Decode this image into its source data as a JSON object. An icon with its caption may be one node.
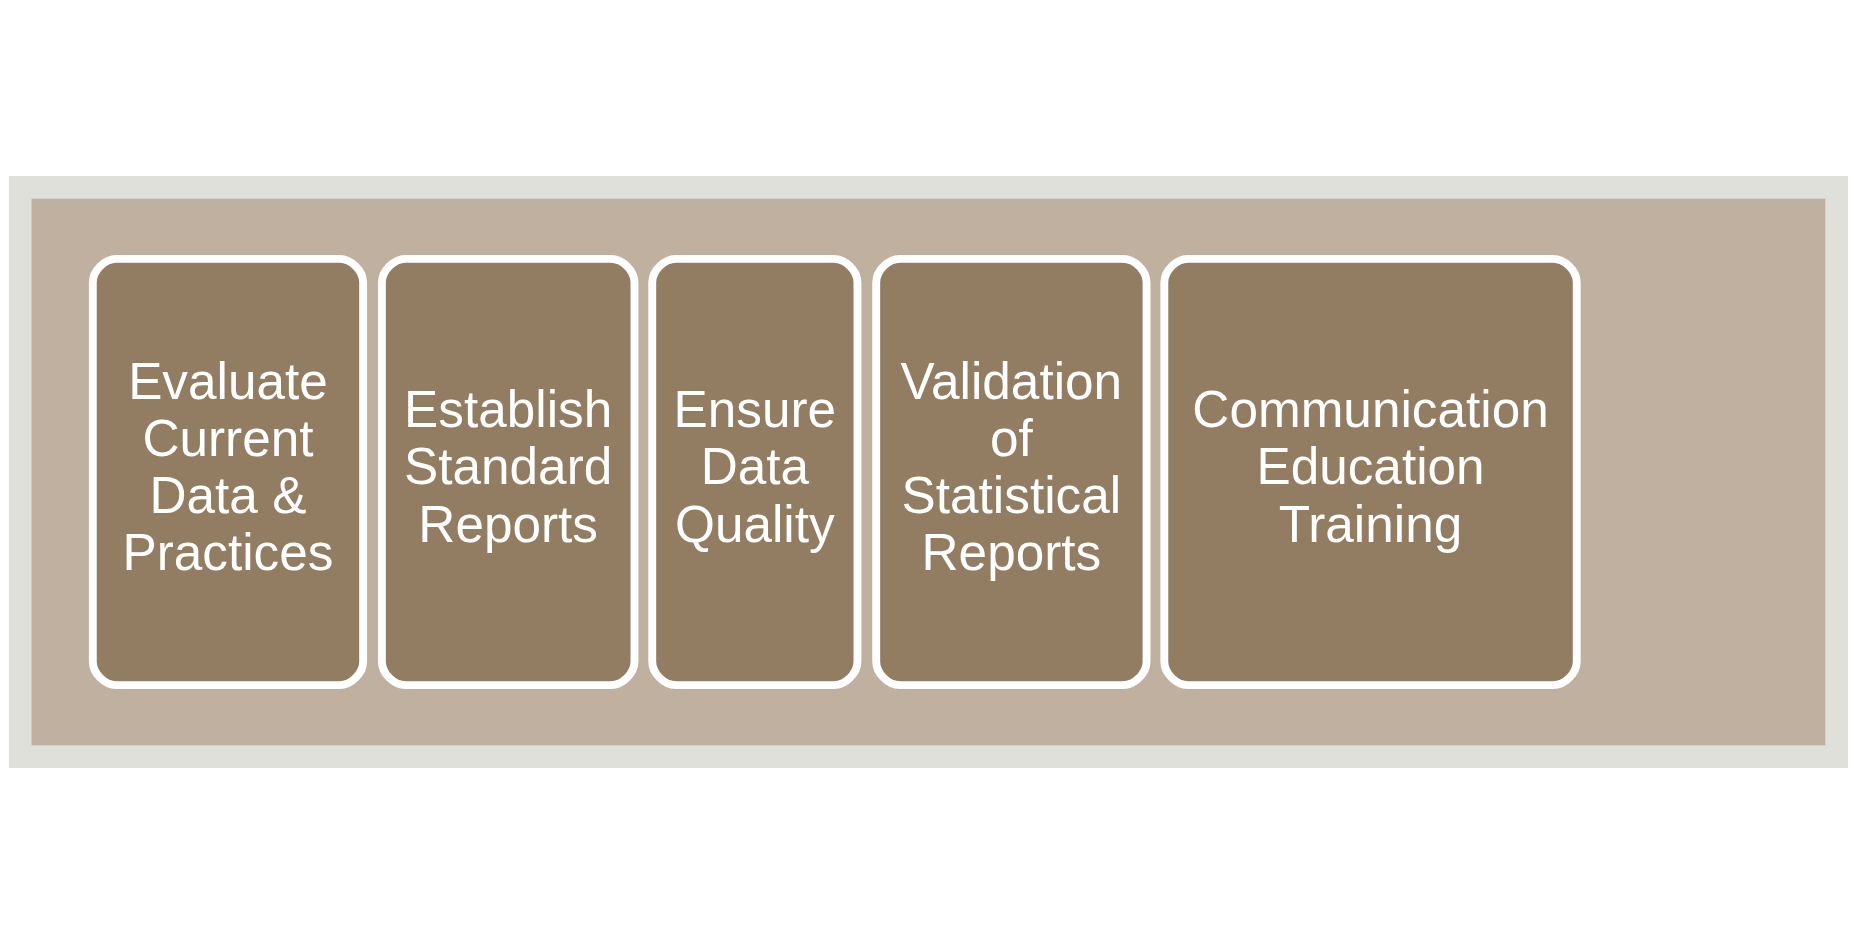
{
  "diagram": {
    "nodes": [
      {
        "text": [],
        "shape": "arrow"
      },
      {
        "text": [
          "Evaluate Current Data & Practices"
        ],
        "in": 0
      },
      {
        "text": [
          "Establish Standard Reports"
        ],
        "in": 0
      },
      {
        "text": [
          "Ensure Data Quality"
        ],
        "in": 0
      },
      {
        "text": [
          "Validation of Statistical Reports"
        ],
        "in": 0
      },
      {
        "text": [
          "Communication Education Training"
        ],
        "in": 0
      }
    ]
  }
}
